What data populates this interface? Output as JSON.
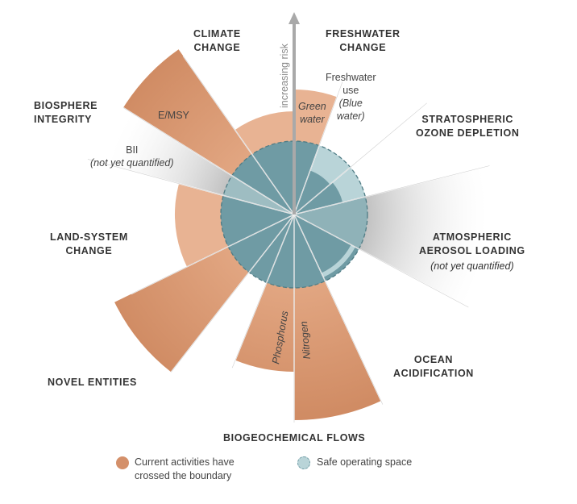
{
  "colors": {
    "exceeded": "#d4906a",
    "exceeded_light": "#e8b393",
    "safe": "#6f9ba4",
    "safe_light": "#b9d4d8",
    "uncertain_gray": "#d6d6d6",
    "text": "#333333"
  },
  "axis_label": "increasing risk",
  "boundaries": {
    "climate_change": [
      "CLIMATE",
      "CHANGE"
    ],
    "freshwater_change": [
      "FRESHWATER",
      "CHANGE"
    ],
    "stratospheric_ozone": [
      "STRATOSPHERIC",
      "OZONE DEPLETION"
    ],
    "atmospheric_aerosol": [
      "ATMOSPHERIC",
      "AEROSOL LOADING"
    ],
    "atmospheric_aerosol_note": "(not yet quantified)",
    "ocean_acidification": [
      "OCEAN",
      "ACIDIFICATION"
    ],
    "biogeochemical_flows": "BIOGEOCHEMICAL FLOWS",
    "novel_entities": "NOVEL ENTITIES",
    "land_system_change": [
      "LAND-SYSTEM",
      "CHANGE"
    ],
    "biosphere_integrity": [
      "BIOSPHERE",
      "INTEGRITY"
    ]
  },
  "sub_labels": {
    "green_water": [
      "Green",
      "water"
    ],
    "blue_water": [
      "Freshwater",
      "use",
      "(Blue",
      "water)"
    ],
    "emsy": "E/MSY",
    "bii": "BII",
    "bii_note": "(not yet quantified)",
    "phosphorus": "Phosphorus",
    "nitrogen": "Nitrogen"
  },
  "legend": {
    "exceeded": [
      "Current activities have",
      "crossed the boundary"
    ],
    "safe": "Safe operating space"
  }
}
